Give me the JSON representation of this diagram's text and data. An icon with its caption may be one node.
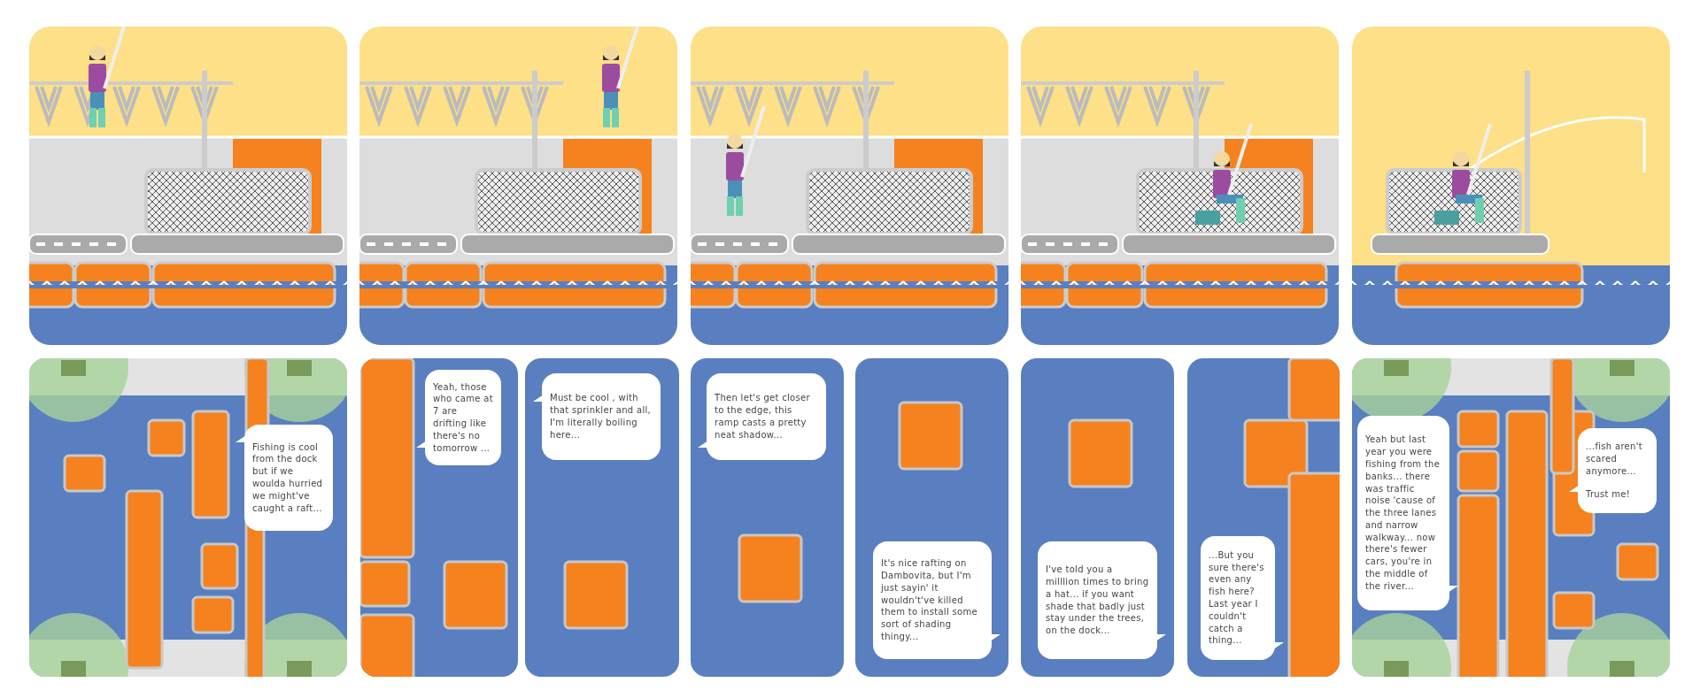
{
  "diagram": {
    "nodes": [
      {
        "text": [
          "Fishing is cool from the dock but if we woulda hurried we might've caught a raft..."
        ]
      },
      {
        "text": [
          "Yeah, those who came at 7 are drifting like there's no tomorrow ..."
        ]
      },
      {
        "text": [
          "Must be cool , with that sprinkler and all, I'm literally boiling here..."
        ]
      },
      {
        "text": [
          "Then let's get closer to the edge, this ramp casts a pretty neat shadow..."
        ]
      },
      {
        "text": [
          "It's nice rafting on Dambovita, but I'm just sayin' it wouldn't've killed them to install some sort of shading thingy..."
        ]
      },
      {
        "text": [
          "I've told you a milllion times to bring a hat... if you want shade that badly just stay under the trees, on the dock..."
        ]
      },
      {
        "text": [
          "...But you sure there's even any fish here? Last year I couldn't catch a thing..."
        ]
      },
      {
        "text": [
          "Yeah but last year you were fishing from the banks... there was traffic noise 'cause of the three lanes and narrow walkway... now there's fewer cars, you're in the middle of the river..."
        ]
      },
      {
        "text": [
          "...fish aren't scared anymore...",
          "Trust me!"
        ]
      }
    ]
  }
}
